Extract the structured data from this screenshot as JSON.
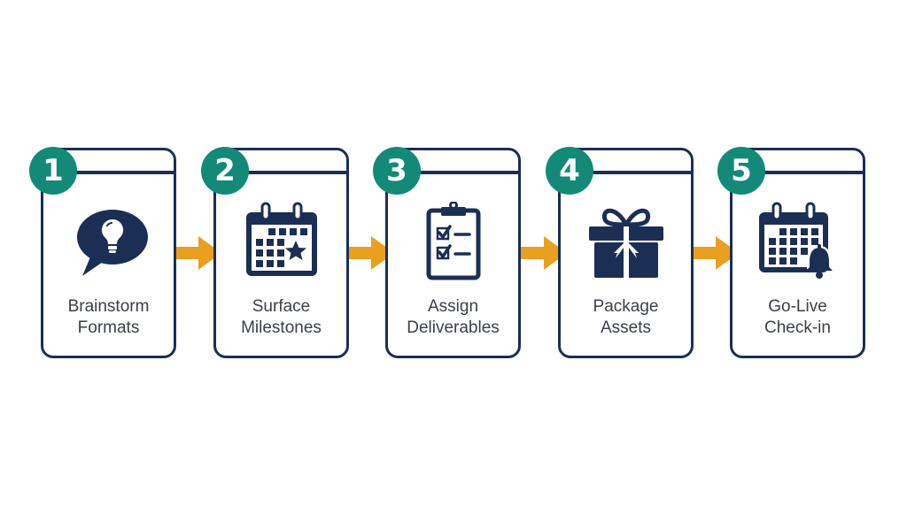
{
  "colors": {
    "navy": "#1b2f55",
    "teal": "#138a78",
    "orange": "#e9a020",
    "text": "#3b3f48",
    "background": "#ffffff"
  },
  "steps": [
    {
      "number": "1",
      "line1": "Brainstorm",
      "line2": "Formats",
      "icon": "lightbulb-speech-bubble-icon"
    },
    {
      "number": "2",
      "line1": "Surface",
      "line2": "Milestones",
      "icon": "calendar-star-icon"
    },
    {
      "number": "3",
      "line1": "Assign",
      "line2": "Deliverables",
      "icon": "clipboard-checklist-icon"
    },
    {
      "number": "4",
      "line1": "Package",
      "line2": "Assets",
      "icon": "gift-box-icon"
    },
    {
      "number": "5",
      "line1": "Go-Live",
      "line2": "Check-in",
      "icon": "calendar-bell-icon"
    }
  ],
  "connectors": [
    {
      "from": "1",
      "to": "2",
      "icon": "arrow-right-icon"
    },
    {
      "from": "2",
      "to": "3",
      "icon": "arrow-right-icon"
    },
    {
      "from": "3",
      "to": "4",
      "icon": "arrow-right-icon"
    },
    {
      "from": "4",
      "to": "5",
      "icon": "arrow-right-icon"
    }
  ]
}
